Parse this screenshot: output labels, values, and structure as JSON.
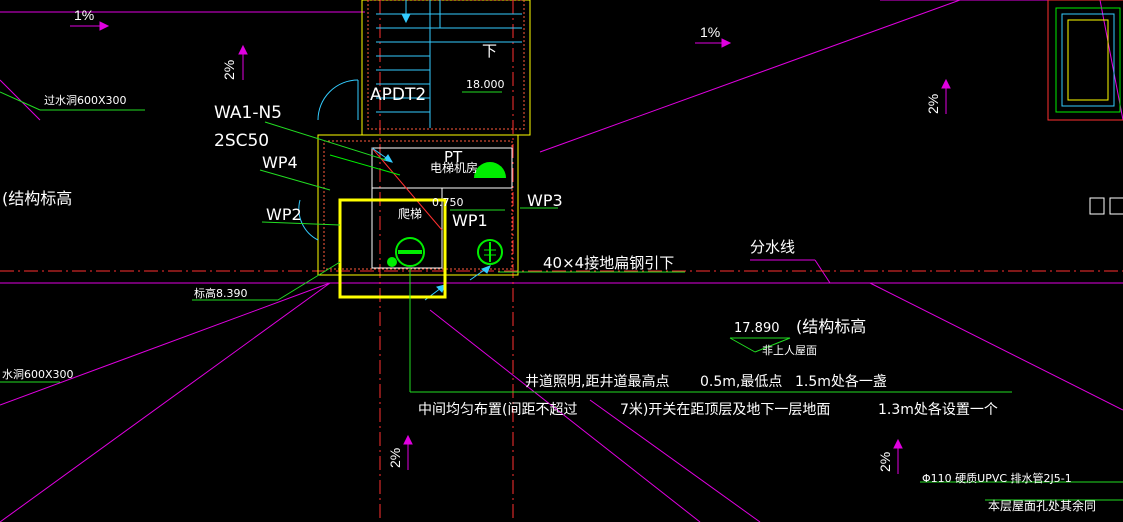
{
  "colors": {
    "background": "#000000",
    "wall": "#ffff00",
    "wall_hatch": "#ff5a3c",
    "grid_line": "#ff3030",
    "slope": "#e000e0",
    "leader": "#22dd22",
    "text": "#ffffff",
    "equipment": "#00ee00",
    "cyan": "#33ccff",
    "highlight_box": "#ffff00"
  },
  "slope_labels": {
    "top_left": "1%",
    "top_mid": "1%",
    "left_vertical": "2%",
    "right_vertical": "2%",
    "bottom_left": "2%",
    "bottom_right": "2%"
  },
  "labels": {
    "overflow_hole_top": "过水洞600X300",
    "overflow_hole_bottom": "水洞600X300",
    "cable_wa1": "WA1-N5",
    "conduit": "2SC50",
    "wp4": "WP4",
    "wp2": "WP2",
    "wp1": "WP1",
    "wp3": "WP3",
    "apdt2": "APDT2",
    "down": "下",
    "elev_18000": "18.000",
    "pt": "PT",
    "elevator_machine_room": "电梯机房",
    "elev_750": "0.750",
    "ladder": "爬梯",
    "grounding": "40×4接地扁钢引下",
    "watershed": "分水线",
    "structural_elev_left": "(结构标高",
    "elev_8390": "标高8.390",
    "elev_17890": "17.890",
    "structural_elev_right": "(结构标高",
    "non_accessible_roof": "非上人屋面"
  },
  "notes": {
    "line1_a": "井道照明,距井道最高点",
    "line1_b": "0.5m,最低点",
    "line1_c": "1.5m处各一盏",
    "line2_a": "中间均匀布置(间距不超过",
    "line2_b": "7米)开关在距顶层及地下一层地面",
    "line2_c": "1.3m处各设置一个",
    "drain_pipe": "Φ110  硬质UPVC  排水管2J5-1",
    "roof_note": "本层屋面孔处其余同"
  }
}
